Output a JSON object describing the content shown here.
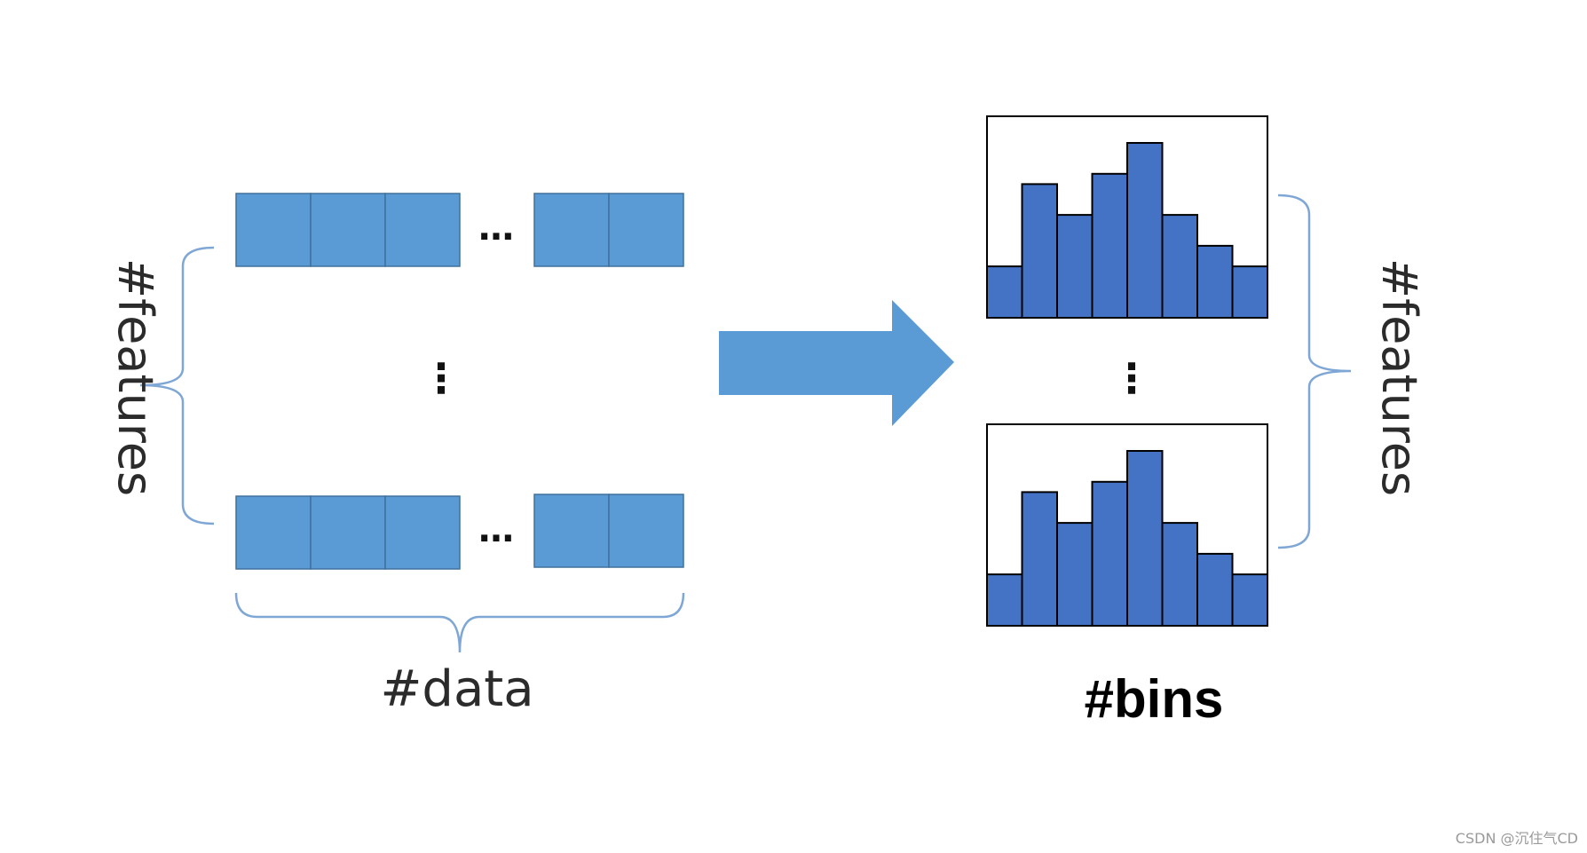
{
  "labels": {
    "features_left": "#features",
    "features_right": "#features",
    "data": "#data",
    "bins": "#bins"
  },
  "ellipsis": {
    "horizontal": "…",
    "vertical": "⋮"
  },
  "watermark": "CSDN @沉住气CD",
  "colors": {
    "cell_fill": "#5b9bd5",
    "cell_stroke": "#41719c",
    "arrow_fill": "#5b9bd5",
    "bar_fill": "#4472c4",
    "bar_stroke": "#000000",
    "brace_stroke": "#7fa7d6"
  },
  "histogram_bin_counts": [
    5,
    13,
    10,
    14,
    17,
    10,
    7,
    5
  ]
}
